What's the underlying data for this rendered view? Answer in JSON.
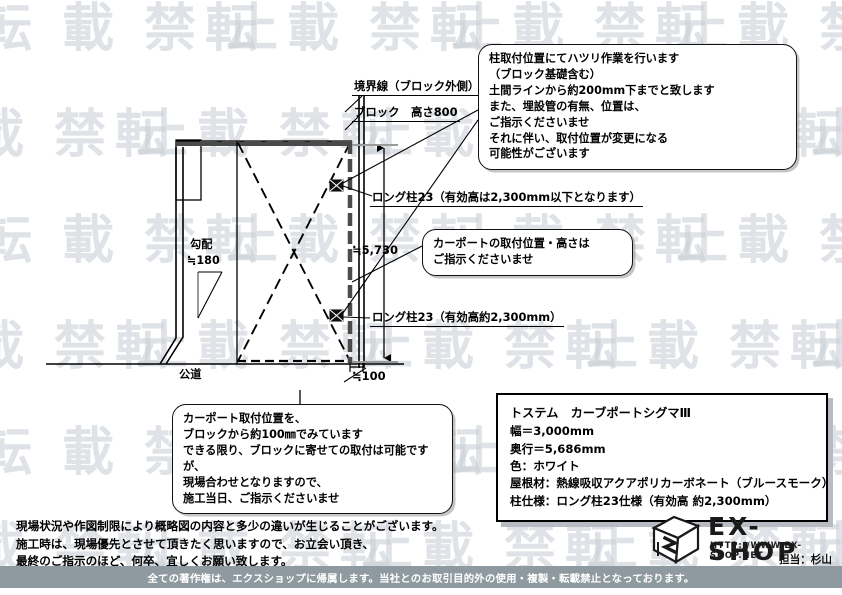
{
  "watermark": {
    "text": "転載禁止",
    "color": "#cbd0d6"
  },
  "drawing": {
    "labels": {
      "boundary_line": "境界線（ブロック外側）",
      "block_height": "ブロック　高さ800",
      "slope_title": "勾配",
      "slope_value": "≒180",
      "public_road": "公道",
      "depth_dim": "≒5,730",
      "offset_dim": "≒100"
    },
    "annotations": {
      "long_post_upper": "ロング柱23（有効高は2,300mm以下となります）",
      "long_post_lower": "ロング柱23（有効高約2,300mm）"
    }
  },
  "callouts": [
    {
      "id": "hatsuri-note",
      "text": "柱取付位置にてハツリ作業を行います\n（ブロック基礎含む）\n土間ラインから約200mm下までと致します\nまた、埋設管の有無、位置は、\nご指示くださいませ\nそれに伴い、取付位置が変更になる\n可能性がございます"
    },
    {
      "id": "carport-position-note",
      "text": "カーポートの取付位置・高さは\nご指示くださいませ"
    },
    {
      "id": "block-offset-note",
      "text": "カーポート取付位置を、\nブロックから約100㎜でみています\nできる限り、ブロックに寄せての取付は可能ですが、\n現場合わせとなりますので、\n施工当日、ご指示くださいませ"
    }
  ],
  "spec_box": {
    "title": "トステム　カーブポートシグマⅢ",
    "lines": [
      "幅＝3,000mm",
      "奥行＝5,686mm",
      "色：ホワイト",
      "屋根材：熱線吸収アクアポリカーボネート（ブルースモーク）",
      "柱仕様：ロング柱23仕様（有効高 約2,300mm）"
    ]
  },
  "bottom_note": {
    "text": "現場状況や作図制限により概略図の内容と多少の違いが生じることがございます。\n施工時は、現場優先とさせて頂きたく思いますので、お立会い頂き、\n最終のご指示のほど、何卒、宜しくお願い致します。"
  },
  "logo": {
    "wordmark": "EX-SHOP",
    "url": "HTTP://WWW.EX-SHOP.NET",
    "staff": "担当：杉山"
  },
  "footer": {
    "text": "全ての著作権は、エクスショップに帰属します。当社とのお取引目的外の使用・複製・転載禁止となっております。",
    "background": "#8e9aa0"
  }
}
